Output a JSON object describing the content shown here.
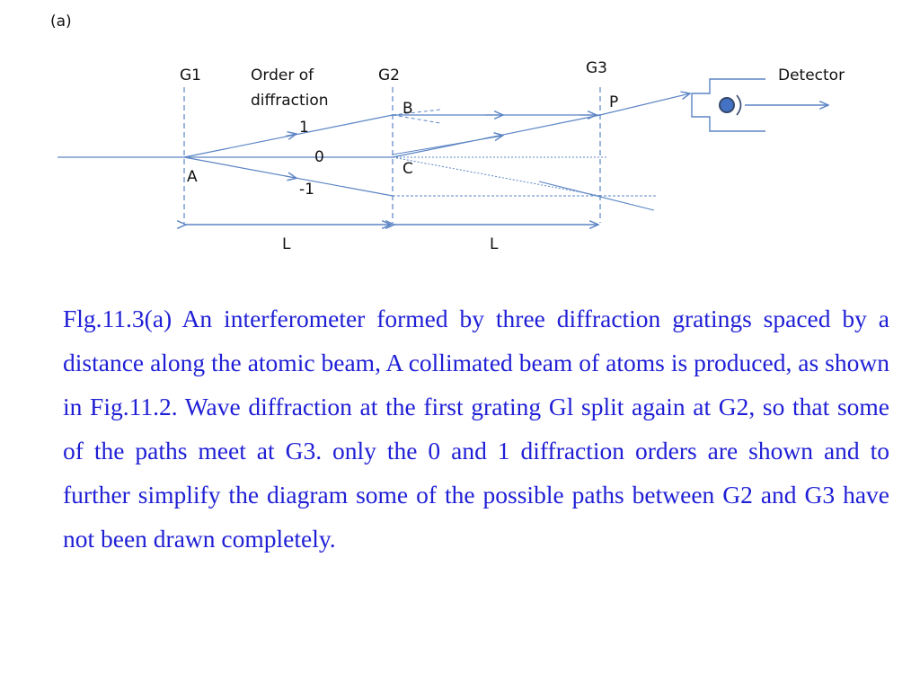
{
  "figure": {
    "panel_label": "(a)",
    "labels": {
      "g1": "G1",
      "g2": "G2",
      "g3": "G3",
      "order_line1": "Order of",
      "order_line2": "diffraction",
      "order_plus1": "1",
      "order_zero": "0",
      "order_minus1": "-1",
      "point_a": "A",
      "point_b": "B",
      "point_c": "C",
      "point_p": "P",
      "detector": "Detector",
      "dist_1": "L",
      "dist_2": "L"
    },
    "colors": {
      "beam": "#5b84c4",
      "grating": "#5b84c4",
      "detector_dot": "#4472c4",
      "detector_ring": "#34496b"
    }
  },
  "caption": {
    "text": "Flg.11.3(a) An interferometer formed by three diffraction gratings spaced by a distance  along the atomic beam, A collimated beam of atoms is produced, as shown in Fig.11.2. Wave diffraction at the first grating Gl split again  at G2, so that some of the paths meet at G3. only the 0 and 1 diffraction orders are shown and to further simplify the diagram some of the possible paths between G2 and G3 have not been drawn completely.",
    "color": "#1f1fd6"
  }
}
